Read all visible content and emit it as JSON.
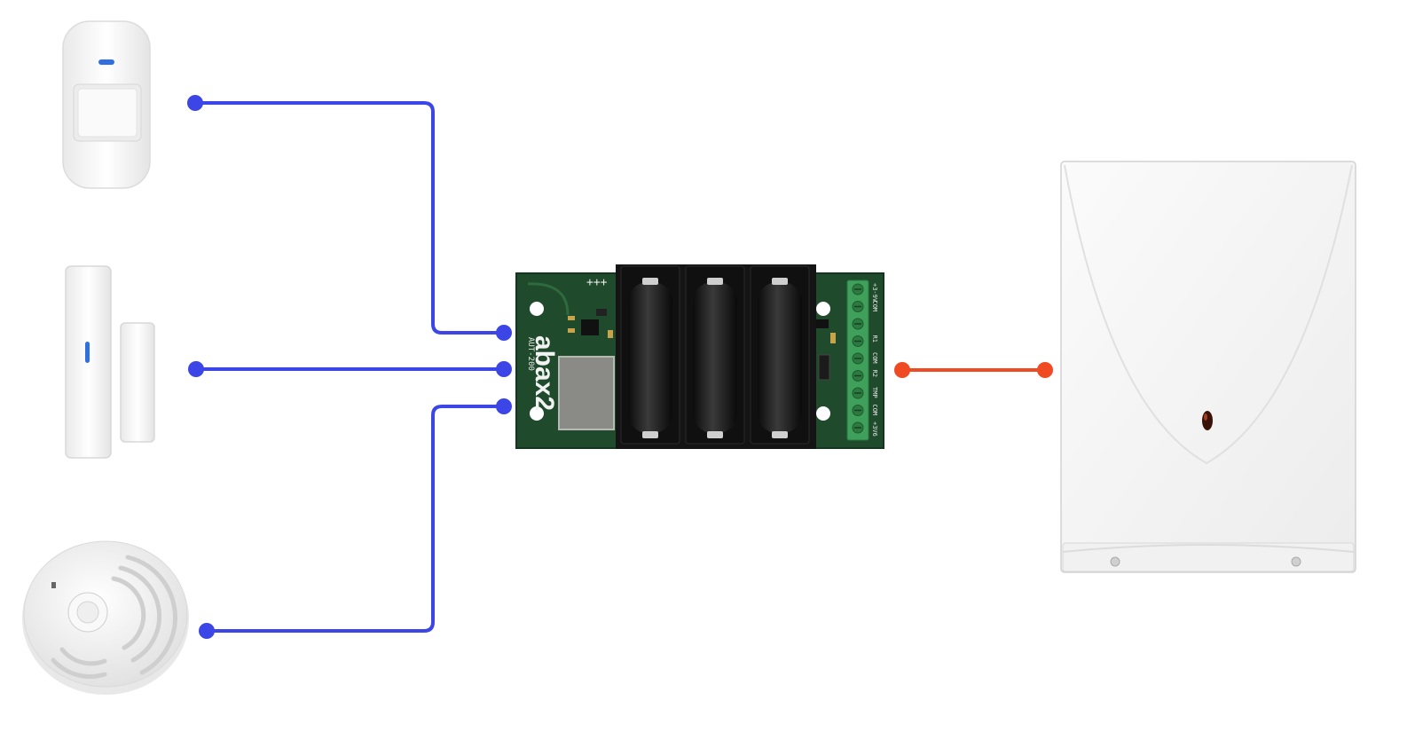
{
  "colors": {
    "wireless_link": "#3c46e6",
    "wired_link": "#f04a23",
    "pcb": "#1f4a2c",
    "battery": "#1a1a1a",
    "terminal_block": "#3ea05a",
    "device_body": "#f6f6f6"
  },
  "devices": [
    {
      "name": "motion-detector",
      "icon": "pir-sensor-icon"
    },
    {
      "name": "door-window-contact",
      "icon": "magnetic-contact-icon"
    },
    {
      "name": "smoke-detector",
      "icon": "smoke-detector-icon"
    },
    {
      "name": "alarm-control-panel",
      "icon": "control-panel-enclosure-icon"
    }
  ],
  "module": {
    "brand": "abax2",
    "model": "AUT-200",
    "plus_marks": "+++",
    "terminals": [
      "+3-9V",
      "COM",
      "",
      "R1",
      "COM",
      "R2",
      "TMP",
      "COM",
      "+3V6"
    ]
  }
}
